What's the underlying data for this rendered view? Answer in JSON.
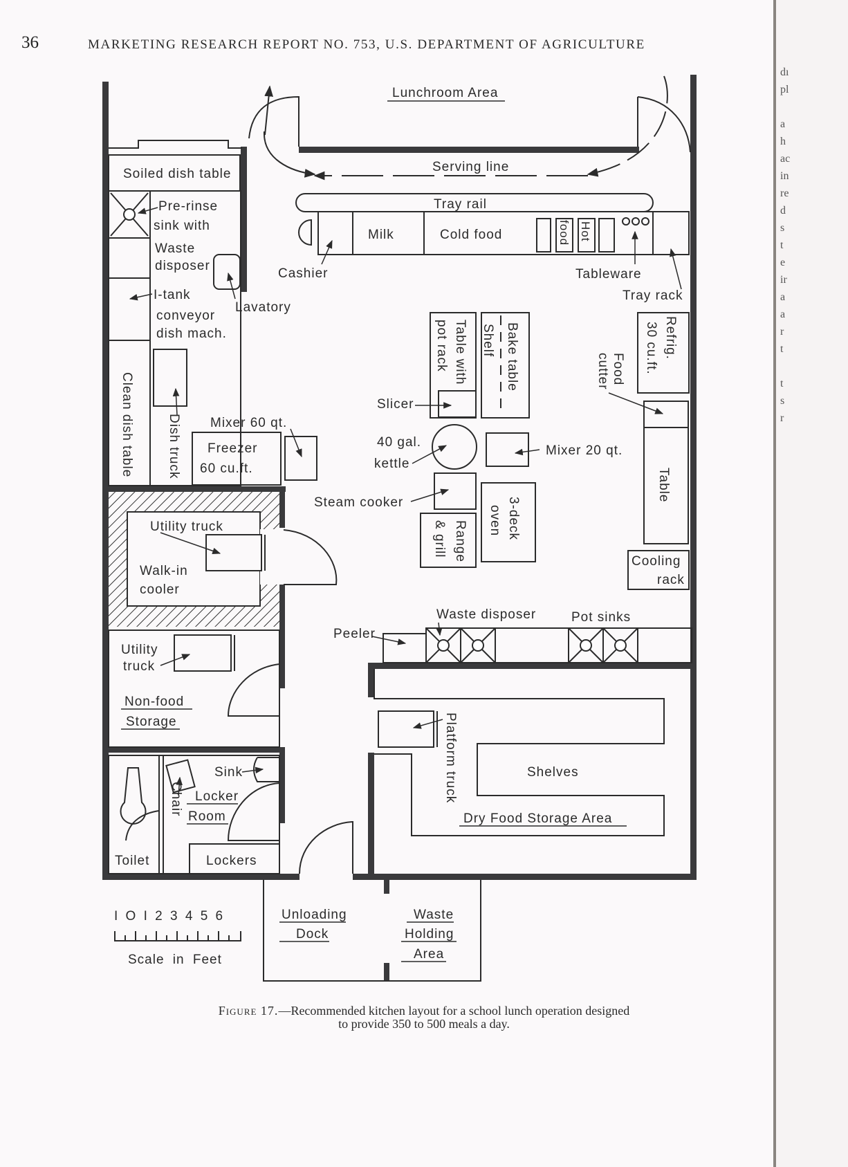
{
  "page": {
    "number": "36",
    "running_head": "MARKETING RESEARCH REPORT NO. 753, U.S. DEPARTMENT OF AGRICULTURE",
    "caption_label": "Figure 17.",
    "caption_text": "—Recommended kitchen layout for a school lunch operation designed",
    "caption_text_2": "to provide 350 to 500 meals a day.",
    "facing_page_fragments": [
      "dı",
      "pl",
      "",
      "a",
      "h",
      "ac",
      "in",
      "re",
      "d",
      "s",
      "t",
      "e",
      "ir",
      "a",
      "a",
      "r",
      "t",
      "",
      "t",
      "s",
      "r"
    ]
  },
  "plan": {
    "lunchroom_area": "Lunchroom Area",
    "serving_line": "Serving line",
    "soiled_dish_table": "Soiled dish table",
    "prerinse_1": "Pre-rinse",
    "prerinse_2": "sink with",
    "prerinse_3": "Waste",
    "prerinse_4": "disposer",
    "dishmach_1": "I-tank",
    "dishmach_2": "conveyor",
    "dishmach_3": "dish mach.",
    "lavatory": "Lavatory",
    "cashier": "Cashier",
    "tray_rail": "Tray rail",
    "milk": "Milk",
    "cold_food": "Cold food",
    "food": "food",
    "hot": "Hot",
    "tableware": "Tableware",
    "tray_rack": "Tray rack",
    "clean_dish_table": "Clean dish table",
    "dish_truck": "Dish truck",
    "table_with": "Table with",
    "pot_rack": "pot rack",
    "bake_table": "Bake table",
    "shelf": "Shelf",
    "refrig": "Refrig.",
    "refrig_size": "30 cu.ft.",
    "food_word": "Food",
    "cutter": "cutter",
    "slicer": "Slicer",
    "kettle_1": "40 gal.",
    "kettle_2": "kettle",
    "mixer_60": "Mixer 60 qt.",
    "freezer": "Freezer",
    "freezer_size": "60 cu.ft.",
    "mixer_20": "Mixer 20 qt.",
    "table": "Table",
    "steam_cooker": "Steam cooker",
    "range": "Range",
    "grill": "& grill",
    "deck": "3-deck",
    "oven": "oven",
    "utility_truck": "Utility truck",
    "walkin": "Walk-in",
    "cooler": "cooler",
    "cooling": "Cooling",
    "rack": "rack",
    "waste_disposer": "Waste disposer",
    "pot_sinks": "Pot sinks",
    "peeler": "Peeler",
    "utility": "Utility",
    "truck": "truck",
    "nonfood": "Non-food",
    "storage": "Storage",
    "sink": "Sink",
    "locker": "Locker",
    "room": "Room",
    "chair": "Chair",
    "toilet": "Toilet",
    "lockers": "Lockers",
    "platform_truck": "Platform truck",
    "shelves": "Shelves",
    "dry_food": "Dry Food Storage Area",
    "unloading": "Unloading",
    "dock": "Dock",
    "waste": "Waste",
    "holding": "Holding",
    "area": "Area",
    "scale_numbers": "I O I 2 3 4 5 6",
    "scale_label": "Scale in Feet"
  }
}
